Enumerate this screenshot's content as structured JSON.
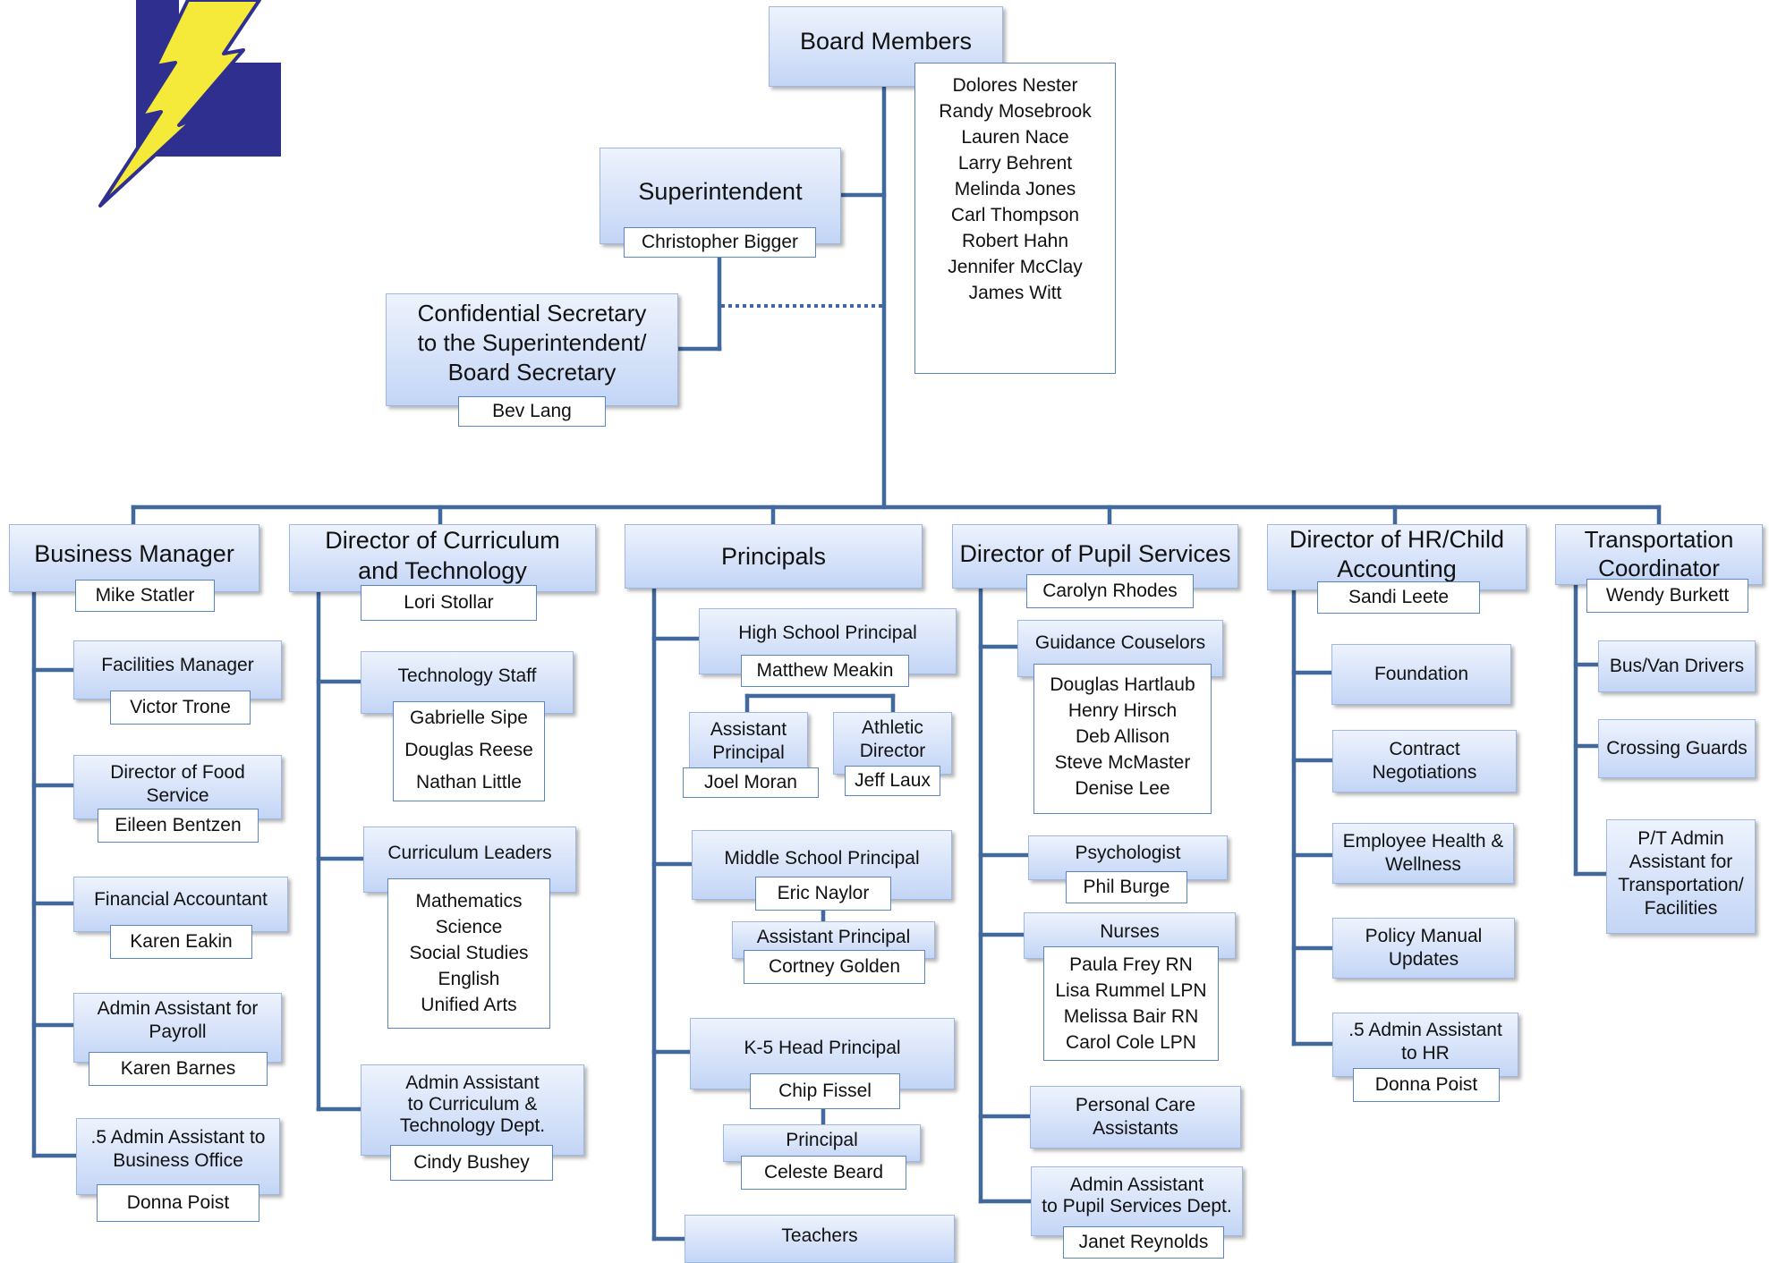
{
  "board": {
    "title": "Board Members",
    "members": [
      "Dolores Nester",
      "Randy Mosebrook",
      "Lauren Nace",
      "Larry Behrent",
      "Melinda Jones",
      "Carl Thompson",
      "Robert Hahn",
      "Jennifer McClay",
      "James Witt"
    ]
  },
  "superintendent": {
    "title": "Superintendent",
    "name": "Christopher Bigger"
  },
  "secretary": {
    "title": "Confidential Secretary\nto the Superintendent/\nBoard Secretary",
    "name": "Bev Lang"
  },
  "business": {
    "title": "Business Manager",
    "name": "Mike Statler",
    "items": [
      {
        "title": "Facilities Manager",
        "name": "Victor Trone"
      },
      {
        "title": "Director of  Food\nService",
        "name": "Eileen Bentzen"
      },
      {
        "title": "Financial Accountant",
        "name": "Karen Eakin"
      },
      {
        "title": "Admin Assistant for\nPayroll",
        "name": "Karen Barnes"
      },
      {
        "title": ".5 Admin Assistant to\nBusiness Office",
        "name": "Donna Poist"
      }
    ]
  },
  "curriculum": {
    "title": "Director of Curriculum\nand Technology",
    "name": "Lori Stollar",
    "tech": {
      "title": "Technology Staff",
      "members": [
        "Gabrielle Sipe",
        "Douglas Reese",
        "Nathan Little"
      ]
    },
    "leaders": {
      "title": "Curriculum Leaders",
      "subjects": [
        "Mathematics",
        "Science",
        "Social Studies",
        "English",
        "Unified Arts"
      ]
    },
    "admin": {
      "title": "Admin Assistant\nto Curriculum &\nTechnology Dept.",
      "name": "Cindy Bushey"
    }
  },
  "principals": {
    "title": "Principals",
    "hs": {
      "title": "High School Principal",
      "name": "Matthew Meakin"
    },
    "hs_ap": {
      "title": "Assistant\nPrincipal",
      "name": "Joel Moran"
    },
    "hs_ad": {
      "title": "Athletic\nDirector",
      "name": "Jeff Laux"
    },
    "ms": {
      "title": "Middle School Principal",
      "name": "Eric Naylor"
    },
    "ms_ap": {
      "title": "Assistant Principal",
      "name": "Cortney Golden"
    },
    "k5": {
      "title": "K-5 Head Principal",
      "name": "Chip Fissel"
    },
    "k5_p": {
      "title": "Principal",
      "name": "Celeste Beard"
    },
    "teachers": {
      "title": "Teachers"
    }
  },
  "pupil": {
    "title": "Director of Pupil Services",
    "name": "Carolyn Rhodes",
    "guidance": {
      "title": "Guidance Couselors",
      "members": [
        "Douglas Hartlaub",
        "Henry Hirsch",
        "Deb Allison",
        "Steve McMaster",
        "Denise Lee"
      ]
    },
    "psych": {
      "title": "Psychologist",
      "name": "Phil Burge"
    },
    "nurses": {
      "title": "Nurses",
      "members": [
        "Paula Frey RN",
        "Lisa Rummel LPN",
        "Melissa Bair RN",
        "Carol Cole LPN"
      ]
    },
    "care": {
      "title": "Personal Care\nAssistants"
    },
    "admin": {
      "title": "Admin Assistant\nto Pupil Services Dept.",
      "name": "Janet Reynolds"
    }
  },
  "hr": {
    "title": "Director of HR/Child\nAccounting",
    "name": "Sandi Leete",
    "items": [
      {
        "title": "Foundation"
      },
      {
        "title": "Contract\nNegotiations"
      },
      {
        "title": "Employee Health &\nWellness"
      },
      {
        "title": "Policy Manual\nUpdates"
      },
      {
        "title": ".5 Admin Assistant\nto HR",
        "name": "Donna Poist"
      }
    ]
  },
  "transport": {
    "title": "Transportation\nCoordinator",
    "name": "Wendy Burkett",
    "items": [
      {
        "title": "Bus/Van Drivers"
      },
      {
        "title": "Crossing Guards"
      },
      {
        "title": "P/T Admin\nAssistant for\nTransportation/\nFacilities"
      }
    ]
  },
  "colors": {
    "line": "#41699b",
    "box_top": "#eef3fd",
    "box_bottom": "#c3d5f6",
    "logo_blue": "#2f2f8f",
    "logo_bolt": "#f5e93a"
  }
}
